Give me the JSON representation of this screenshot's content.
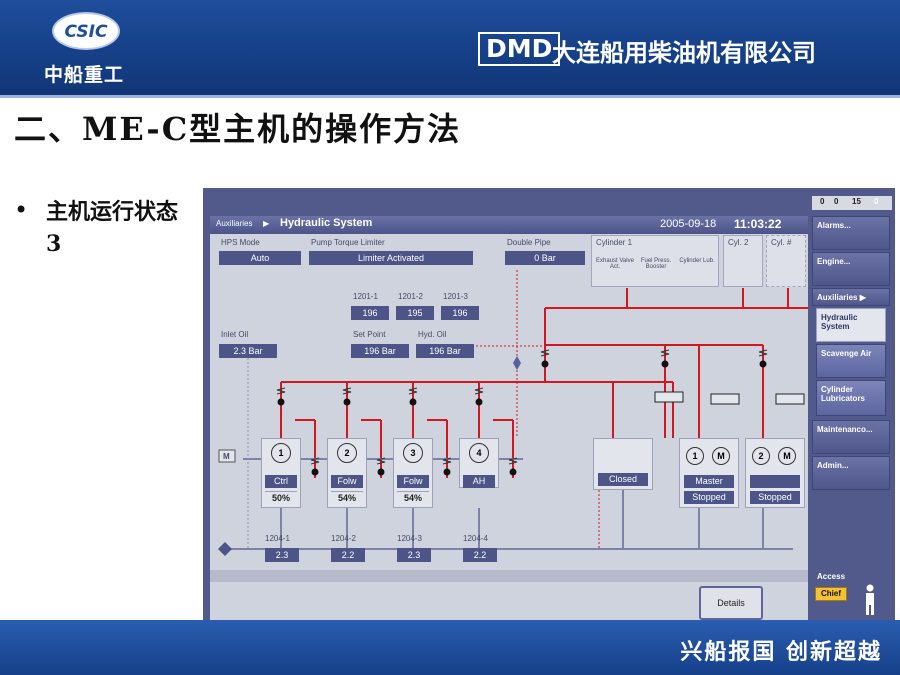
{
  "header": {
    "logo_text": "CSIC",
    "logo_sub": "中船重工",
    "dmd": "DMD",
    "company": "大连船用柴油机有限公司"
  },
  "slide": {
    "title": "二、ME-C型主机的操作方法",
    "bullet": "•",
    "bullet_text": "主机运行状态3"
  },
  "footer": {
    "slogan": "兴船报国  创新超越"
  },
  "hmi": {
    "breadcrumb": "Auxiliaries",
    "title": "Hydraulic System",
    "date": "2005-09-18",
    "time": "11:03:22",
    "counter": [
      "0",
      "0",
      "15",
      "0"
    ],
    "hps_mode": {
      "label": "HPS Mode",
      "value": "Auto"
    },
    "pump_torque": {
      "label": "Pump Torque Limiter",
      "value": "Limiter Activated"
    },
    "double_pipe": {
      "label": "Double Pipe",
      "value": "0 Bar"
    },
    "cylinder1": {
      "label": "Cylinder 1",
      "cells": [
        "Exhaust Valve Act.",
        "Fuel Press. Booster",
        "Cylinder Lub."
      ]
    },
    "cyl2": "Cyl. 2",
    "cyl_n": "Cyl. #",
    "sensors": [
      {
        "label": "1201-1",
        "value": "196"
      },
      {
        "label": "1201-2",
        "value": "195"
      },
      {
        "label": "1201-3",
        "value": "196"
      }
    ],
    "set_point": {
      "label": "Set Point",
      "value": "196 Bar"
    },
    "hyd_oil": {
      "label": "Hyd. Oil",
      "value": "196 Bar"
    },
    "inlet_oil": {
      "label": "Inlet Oil",
      "value": "2.3 Bar"
    },
    "pumps": [
      {
        "num": "1",
        "label": "Ctrl",
        "pct": "50%"
      },
      {
        "num": "2",
        "label": "Folw",
        "pct": "54%"
      },
      {
        "num": "3",
        "label": "Folw",
        "pct": "54%"
      },
      {
        "num": "4",
        "label": "AH",
        "pct": ""
      }
    ],
    "motor_label": "M",
    "valve_status": "Closed",
    "elec_pumps": [
      {
        "num": "1",
        "label": "Master",
        "status": "Stopped"
      },
      {
        "num": "2",
        "label": "",
        "status": "Stopped"
      }
    ],
    "outlets": [
      {
        "label": "1204-1",
        "value": "2.3"
      },
      {
        "label": "1204-2",
        "value": "2.2"
      },
      {
        "label": "1204-3",
        "value": "2.3"
      },
      {
        "label": "1204-4",
        "value": "2.2"
      }
    ],
    "details_button": "Details",
    "sidebar": {
      "alarms": "Alarms...",
      "engine": "Engine...",
      "auxiliaries": "Auxiliaries ▶",
      "hydraulic": "Hydraulic System",
      "scavenge": "Scavenge Air",
      "lubricators": "Cylinder Lubricators",
      "maintenance": "Maintenanco...",
      "admin": "Admin...",
      "access": "Access",
      "chief": "Chief"
    },
    "colors": {
      "pipe_red": "#d4171e",
      "pipe_grey": "#8a8fb0",
      "panel_blue": "#4c5488"
    }
  }
}
